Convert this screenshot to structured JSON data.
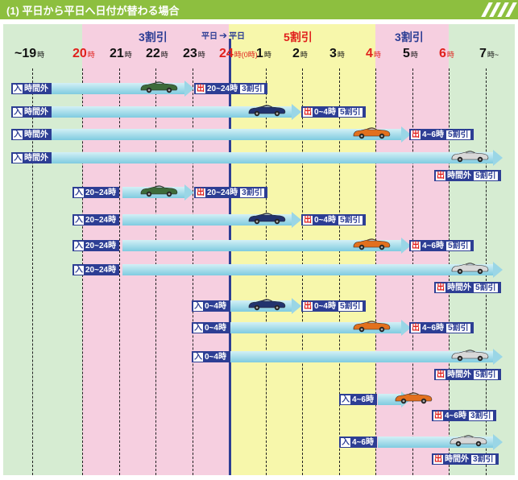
{
  "header": {
    "title": "(1) 平日から平日へ日付が替わる場合"
  },
  "discounts": [
    {
      "id": "a",
      "label": "3割引",
      "color": "#2d3e94"
    },
    {
      "id": "b",
      "label": "5割引",
      "color": "#e0201c"
    },
    {
      "id": "c",
      "label": "3割引",
      "color": "#2d3e94"
    }
  ],
  "border_label": {
    "from": "平日",
    "to": "平日"
  },
  "hours": [
    {
      "label": "~19",
      "suffix": "時",
      "red": false
    },
    {
      "label": "20",
      "suffix": "時",
      "red": true
    },
    {
      "label": "21",
      "suffix": "時",
      "red": false
    },
    {
      "label": "22",
      "suffix": "時",
      "red": false
    },
    {
      "label": "23",
      "suffix": "時",
      "red": false
    },
    {
      "label": "24",
      "suffix": "時(0時)",
      "red": true
    },
    {
      "label": "1",
      "suffix": "時",
      "red": false
    },
    {
      "label": "2",
      "suffix": "時",
      "red": false
    },
    {
      "label": "3",
      "suffix": "時",
      "red": false
    },
    {
      "label": "4",
      "suffix": "時",
      "red": true
    },
    {
      "label": "5",
      "suffix": "時",
      "red": false
    },
    {
      "label": "6",
      "suffix": "時",
      "red": true
    },
    {
      "label": "7",
      "suffix": "時~",
      "red": false
    }
  ],
  "rows": [
    {
      "entry": "時間外",
      "exit_time": "20~24時",
      "exit_disc": "3割引",
      "car": "green"
    },
    {
      "entry": "時間外",
      "exit_time": "0~4時",
      "exit_disc": "5割引",
      "car": "navy"
    },
    {
      "entry": "時間外",
      "exit_time": "4~6時",
      "exit_disc": "5割引",
      "car": "orange"
    },
    {
      "entry": "時間外",
      "exit_time": "時間外",
      "exit_disc": "5割引",
      "car": "silver"
    },
    {
      "entry": "20~24時",
      "exit_time": "20~24時",
      "exit_disc": "3割引",
      "car": "green"
    },
    {
      "entry": "20~24時",
      "exit_time": "0~4時",
      "exit_disc": "5割引",
      "car": "navy"
    },
    {
      "entry": "20~24時",
      "exit_time": "4~6時",
      "exit_disc": "5割引",
      "car": "orange"
    },
    {
      "entry": "20~24時",
      "exit_time": "時間外",
      "exit_disc": "5割引",
      "car": "silver"
    },
    {
      "entry": "0~4時",
      "exit_time": "0~4時",
      "exit_disc": "5割引",
      "car": "navy"
    },
    {
      "entry": "0~4時",
      "exit_time": "4~6時",
      "exit_disc": "5割引",
      "car": "orange"
    },
    {
      "entry": "0~4時",
      "exit_time": "時間外",
      "exit_disc": "5割引",
      "car": "silver"
    },
    {
      "entry": "4~6時",
      "exit_time": "4~6時",
      "exit_disc": "3割引",
      "car": "orange"
    },
    {
      "entry": "4~6時",
      "exit_time": "時間外",
      "exit_disc": "3割引",
      "car": "silver"
    }
  ],
  "labels": {
    "in": "入",
    "out": "出"
  },
  "colors": {
    "weekday_zone": "#d6ecd2",
    "discount3_zone": "#f6cfe0",
    "discount5_zone": "#f7f7ab",
    "navy": "#2d3e94",
    "red": "#e0201c",
    "car_green": "#3d6b3a",
    "car_navy": "#22336e",
    "car_orange": "#e2701e",
    "car_silver": "#d8d8d8"
  }
}
